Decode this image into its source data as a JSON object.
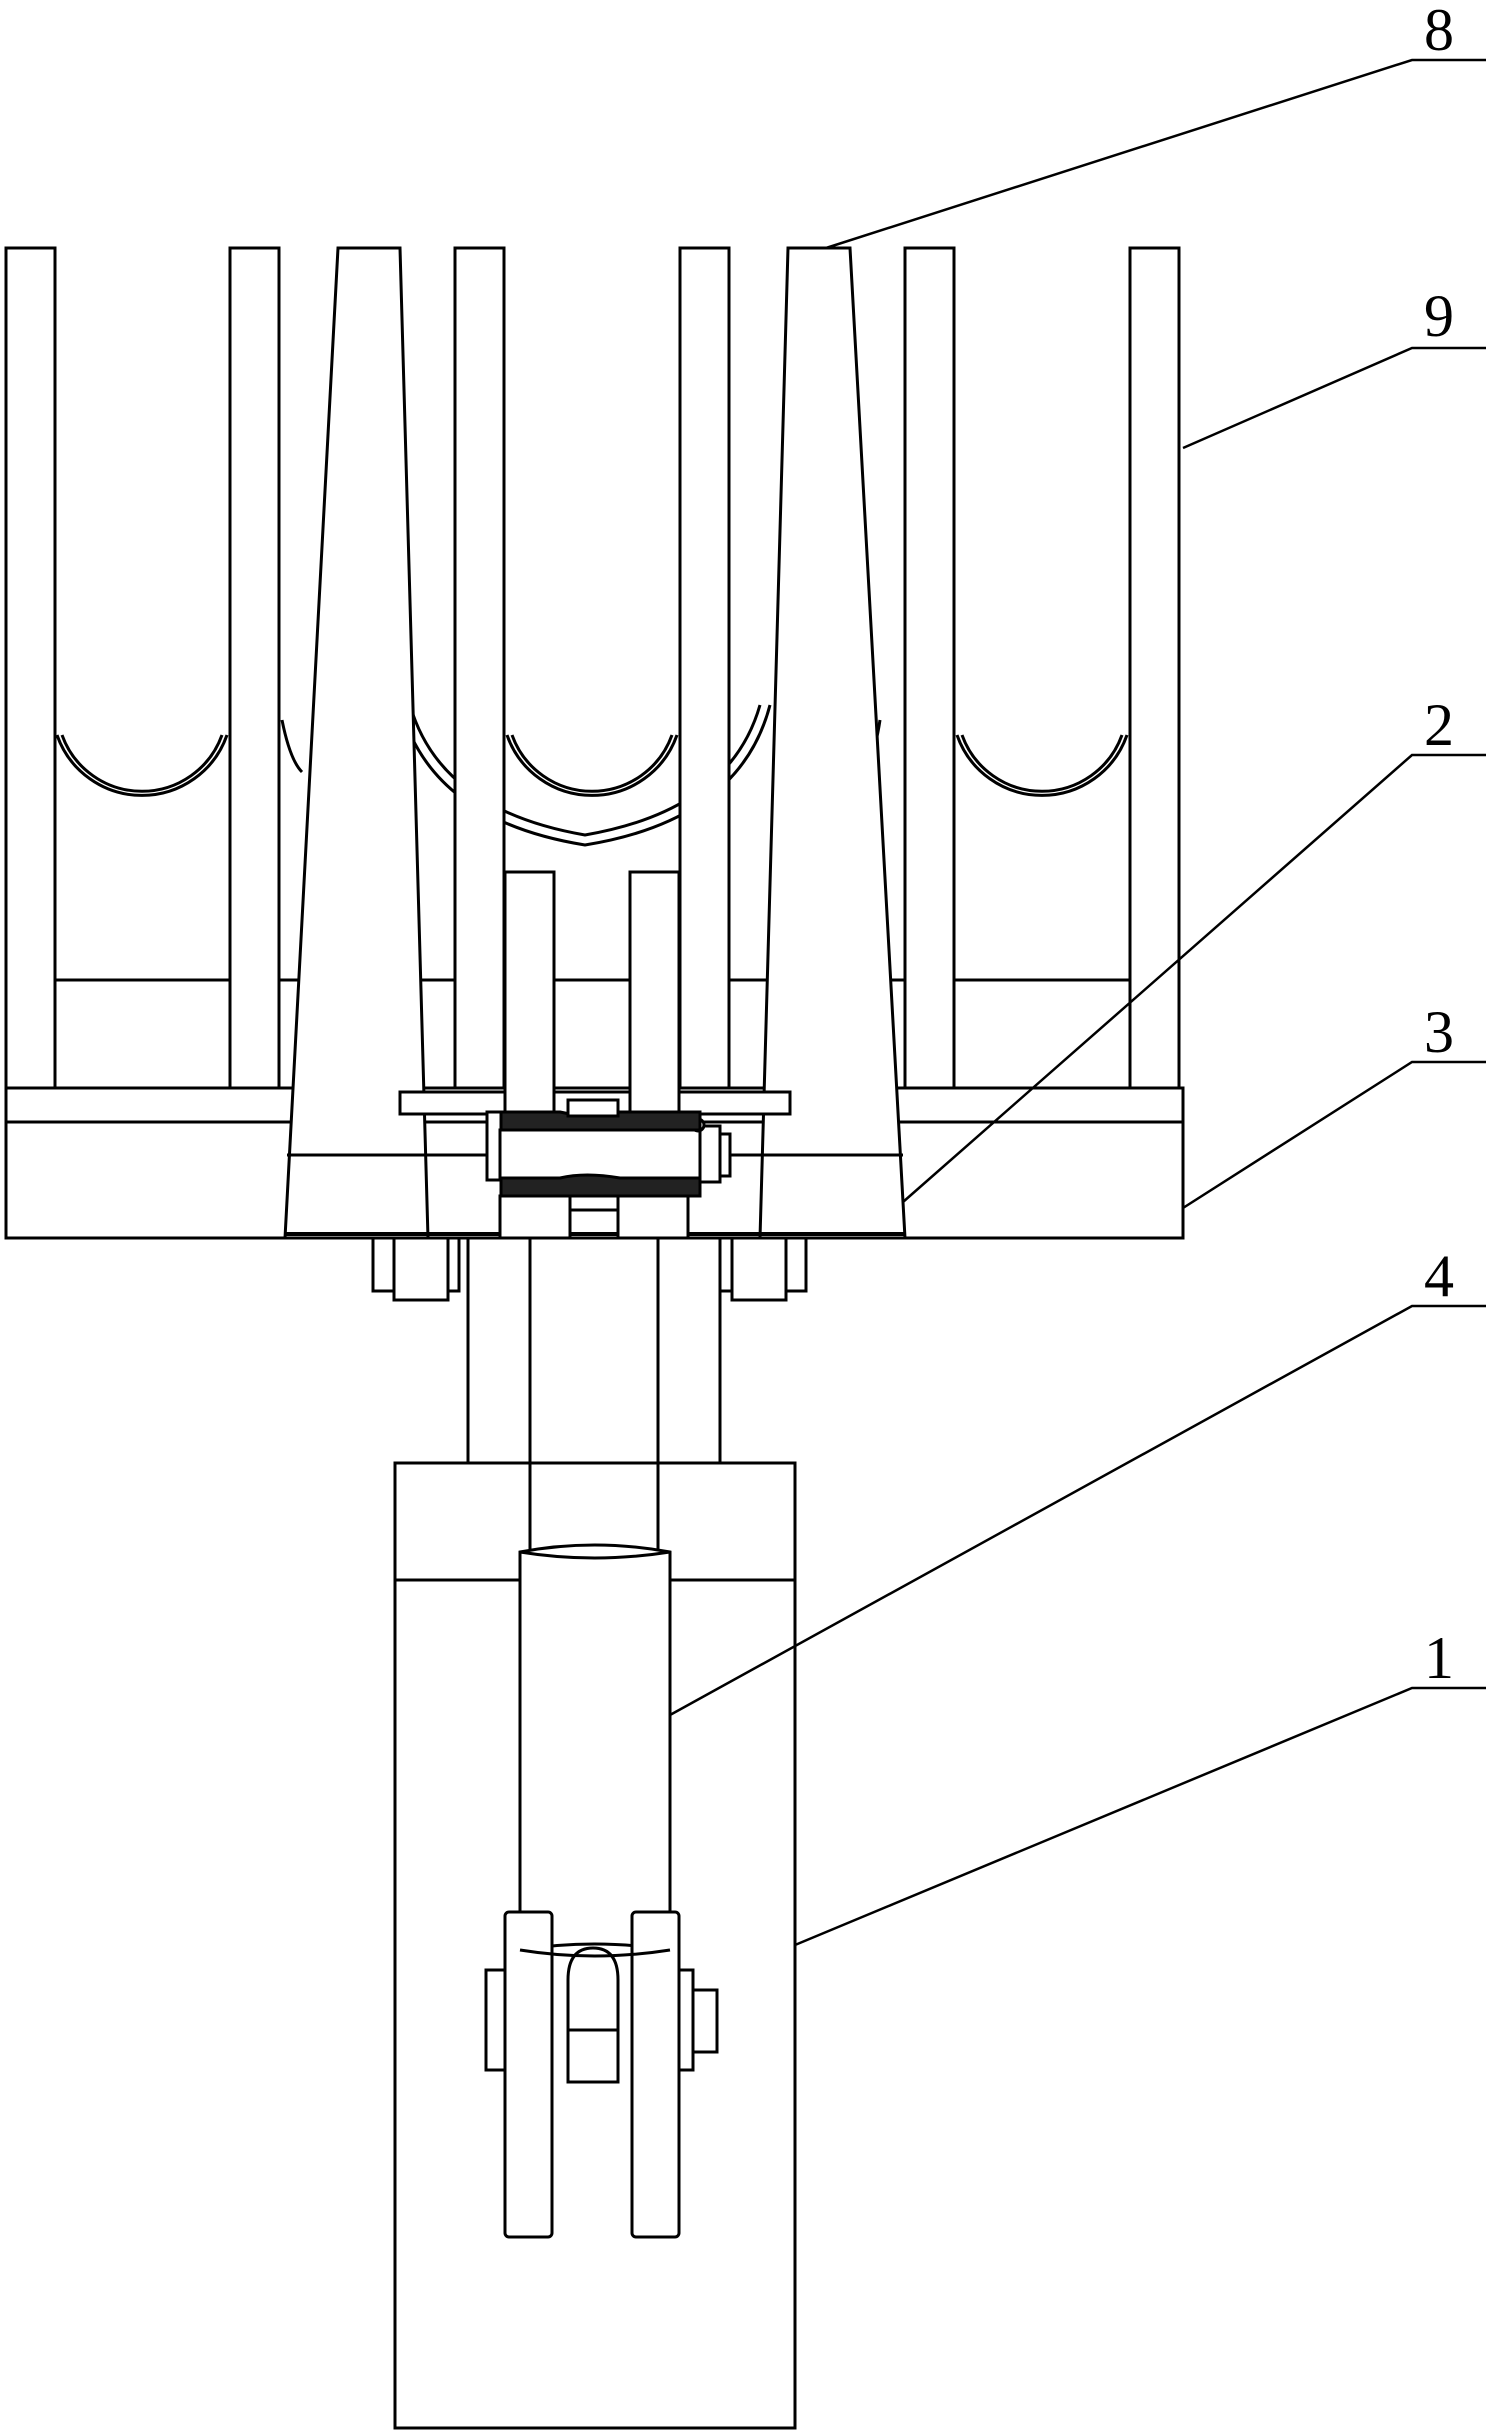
{
  "diagram": {
    "stroke_color": "#000000",
    "fill_color": "#ffffff",
    "dark_fill": "#1a1a1a",
    "callouts": [
      {
        "id": "8",
        "text": "8"
      },
      {
        "id": "9",
        "text": "9"
      },
      {
        "id": "2",
        "text": "2"
      },
      {
        "id": "3",
        "text": "3"
      },
      {
        "id": "4",
        "text": "4"
      },
      {
        "id": "1",
        "text": "1"
      }
    ]
  }
}
